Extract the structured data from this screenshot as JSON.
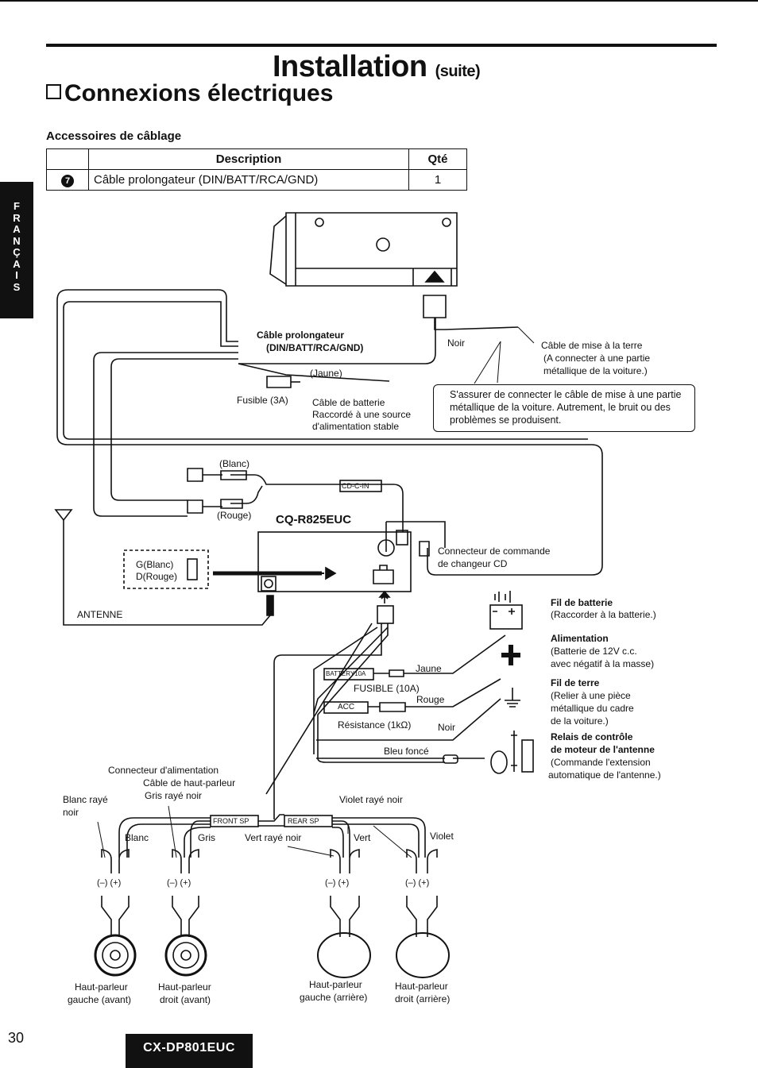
{
  "header": {
    "title": "Installation",
    "title_suffix": "(suite)",
    "subtitle": "Connexions électriques"
  },
  "side_tab": {
    "letters": [
      "F",
      "R",
      "A",
      "N",
      "Ç",
      "A",
      "I",
      "S"
    ]
  },
  "accessories": {
    "heading": "Accessoires de câblage",
    "columns": [
      "Description",
      "Qté"
    ],
    "rows": [
      {
        "number": "7",
        "description": "Câble prolongateur (DIN/BATT/RCA/GND)",
        "qty": "1"
      }
    ]
  },
  "diagram": {
    "cable_label_line1": "Câble prolongateur",
    "cable_label_line2": "(DIN/BATT/RCA/GND)",
    "noir_top": "Noir",
    "jaune_top": "(Jaune)",
    "fusible_3a": "Fusible (3A)",
    "batt_cable": [
      "Câble de batterie",
      "Raccordé à une source",
      "d'alimentation stable"
    ],
    "ground_cable": [
      "Câble de mise à la terre",
      "(A connecter à une partie",
      "métallique de la voiture.)"
    ],
    "ground_note": "S'assurer de connecter le câble de mise à une partie métallique de la voiture. Autrement, le bruit ou des problèmes se produisent.",
    "blanc": "(Blanc)",
    "rouge": "(Rouge)",
    "cdc_in": "CD-C-IN",
    "model_unit": "CQ-R825EUC",
    "g_blanc": "G(Blanc)",
    "d_rouge": "D(Rouge)",
    "cd_connector": [
      "Connecteur de commande",
      "de changeur CD"
    ],
    "antenne": "ANTENNE",
    "battery_tag": "BATTERY10A",
    "jaune": "Jaune",
    "fusible_10a": "FUSIBLE (10A)",
    "rouge_wire": "Rouge",
    "acc": "ACC",
    "resistance": "Résistance (1kΩ)",
    "noir": "Noir",
    "bleu": "Bleu foncé",
    "fil_batterie": "Fil de batterie",
    "fil_batterie_desc": "(Raccorder à la batterie.)",
    "alimentation": "Alimentation",
    "alimentation_desc": [
      "(Batterie de 12V c.c.",
      "avec négatif à la masse)"
    ],
    "fil_terre": "Fil de terre",
    "fil_terre_desc": [
      "(Relier à une pièce",
      "métallique du cadre",
      "de la voiture.)"
    ],
    "relais": [
      "Relais de contrôle",
      "de moteur de l'antenne"
    ],
    "relais_desc": [
      "(Commande l'extension",
      "automatique de l'antenne.)"
    ],
    "conn_alim": "Connecteur d'alimentation",
    "cable_hp": "Câble de haut-parleur",
    "gris_raye": "Gris rayé noir",
    "blanc_raye": [
      "Blanc rayé",
      "noir"
    ],
    "violet_raye": "Violet rayé noir",
    "front_sp": "FRONT SP",
    "rear_sp": "REAR SP",
    "wire_blanc": "Blanc",
    "wire_gris": "Gris",
    "wire_vert_raye": "Vert rayé noir",
    "wire_vert": "Vert",
    "wire_violet": "Violet",
    "polarity": "(–)  (+)",
    "speakers": [
      [
        "Haut-parleur",
        "gauche (avant)"
      ],
      [
        "Haut-parleur",
        "droit (avant)"
      ],
      [
        "Haut-parleur",
        "gauche (arrière)"
      ],
      [
        "Haut-parleur",
        "droit (arrière)"
      ]
    ]
  },
  "footer": {
    "page": "30",
    "model": "CX-DP801EUC"
  }
}
